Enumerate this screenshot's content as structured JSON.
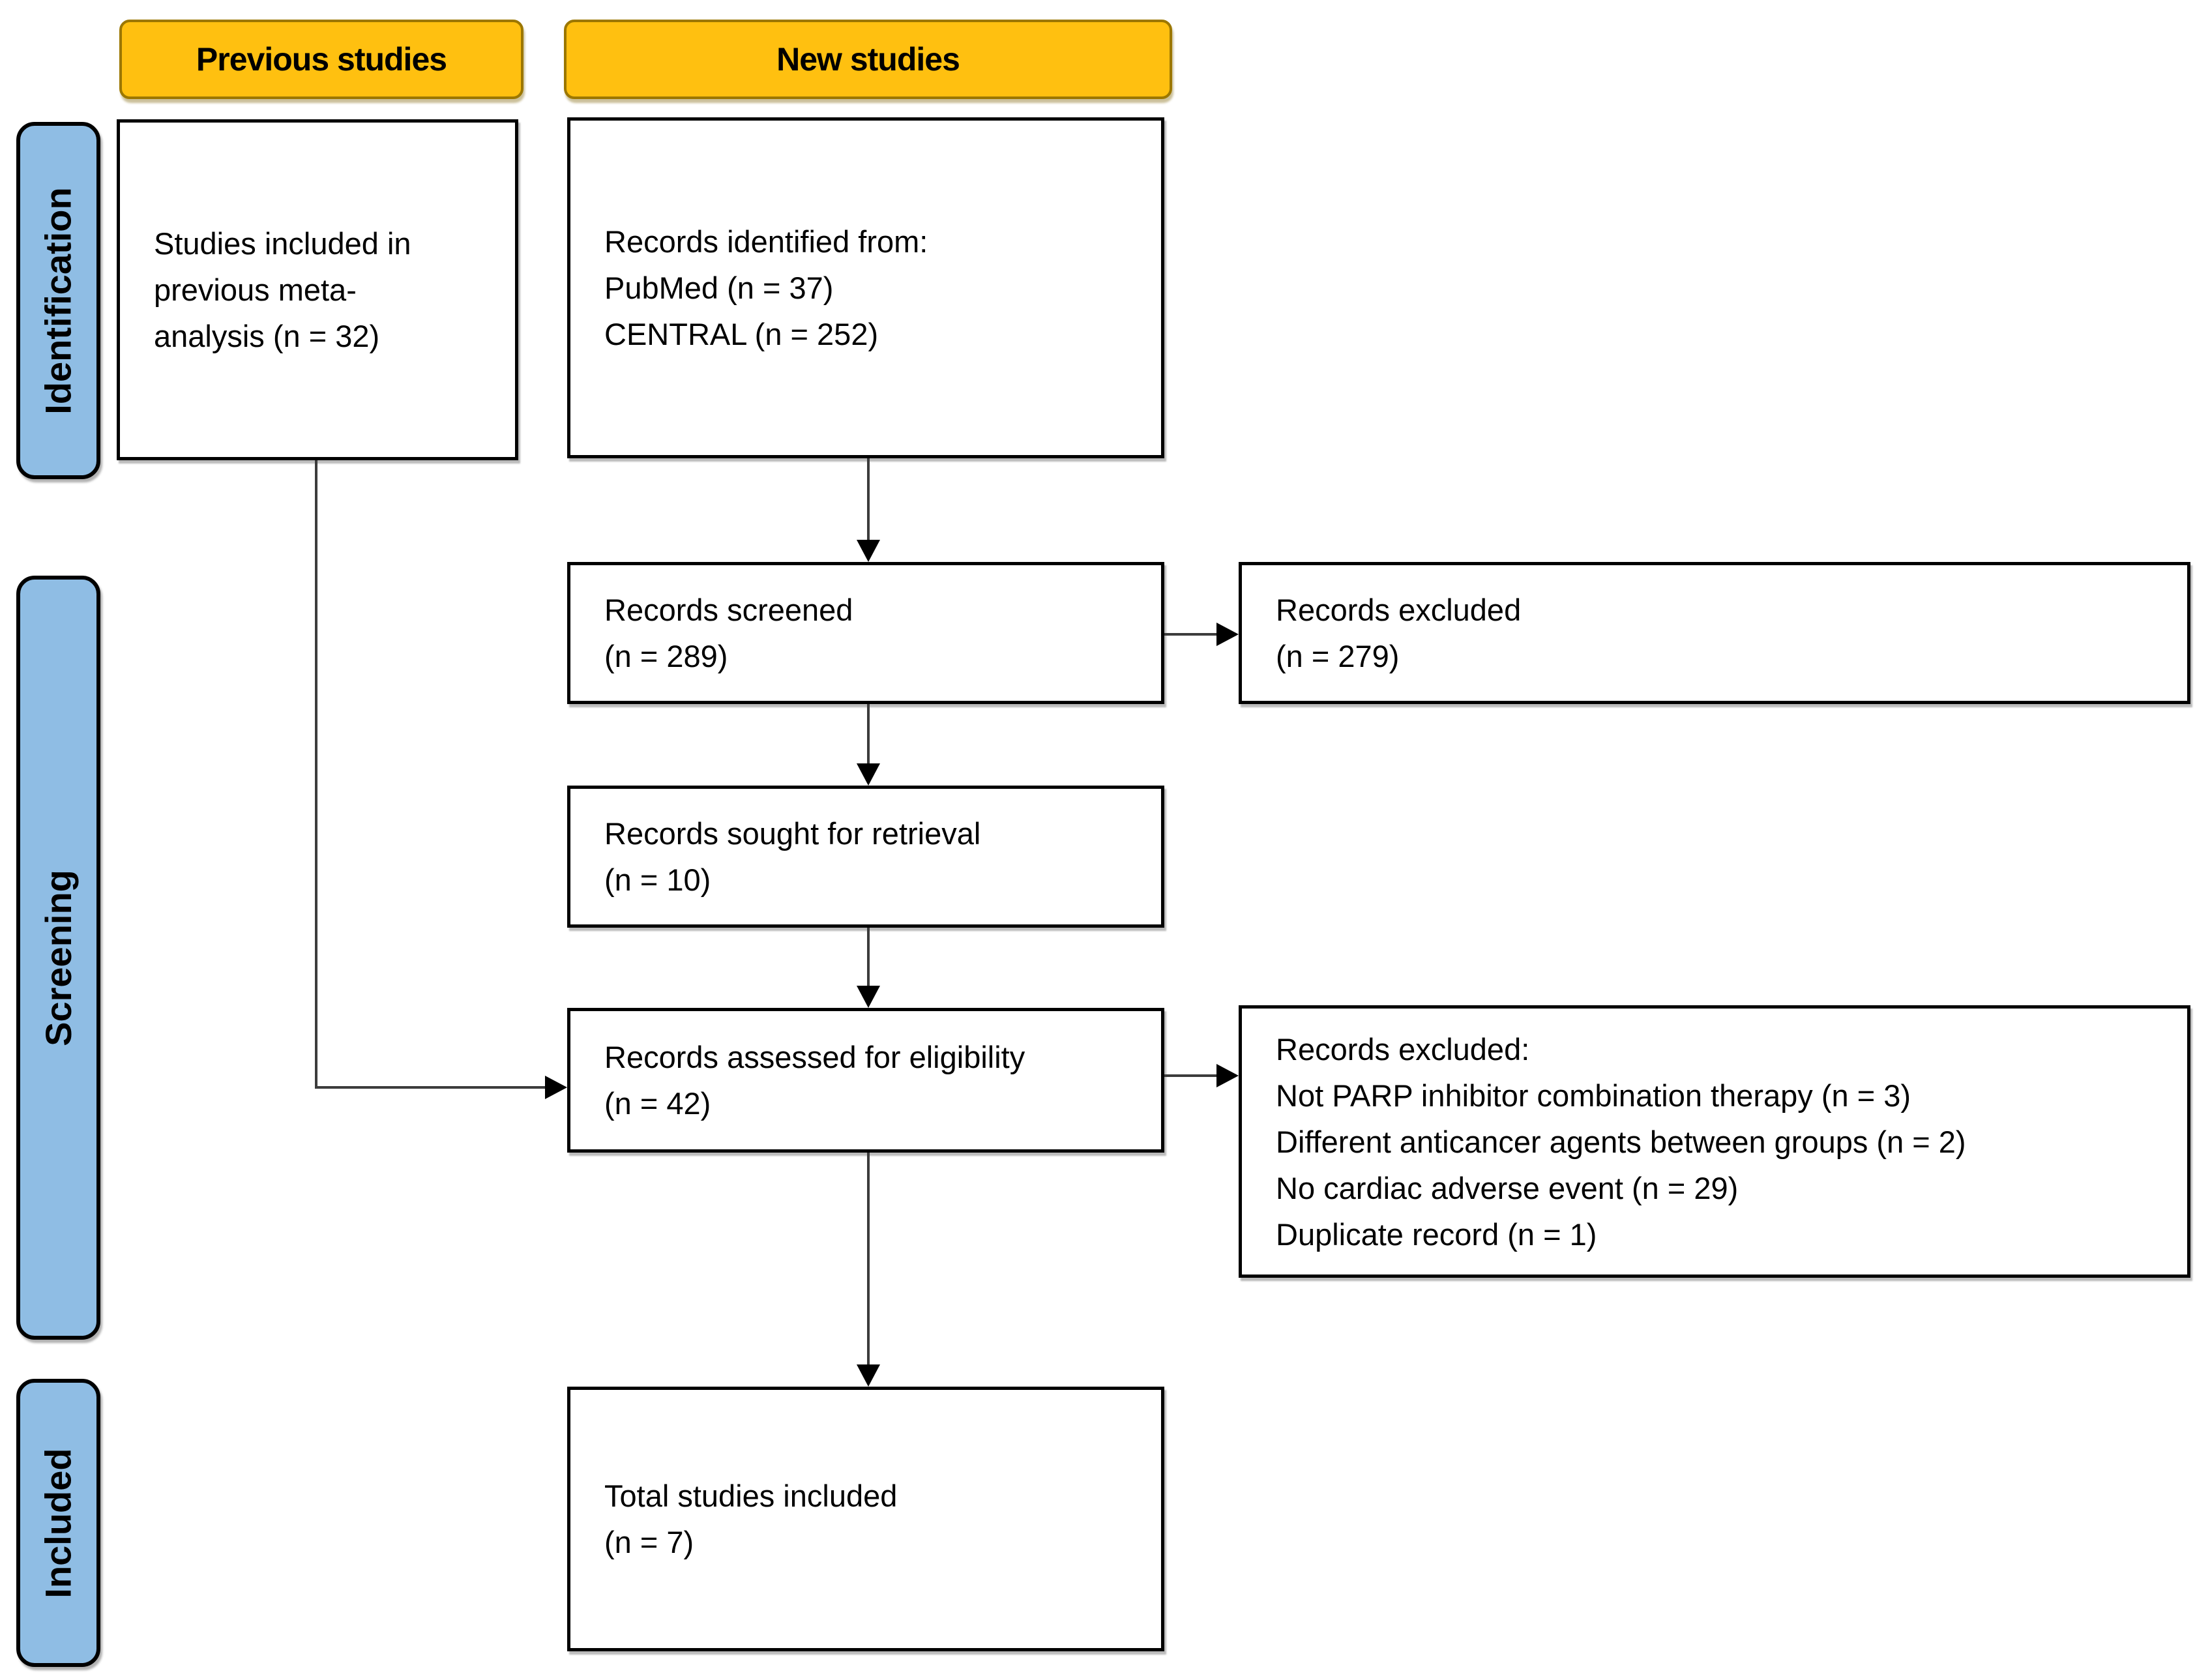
{
  "headers": {
    "previous": "Previous studies",
    "new": "New studies"
  },
  "stage_labels": {
    "identification": "Identification",
    "screening": "Screening",
    "included": "Included"
  },
  "boxes": {
    "previous_meta": {
      "lines": [
        "Studies included in",
        "previous meta-",
        "analysis (n = 32)"
      ]
    },
    "identified": {
      "lines": [
        "Records identified from:",
        "PubMed (n = 37)",
        "CENTRAL (n = 252)"
      ]
    },
    "screened": {
      "lines": [
        "Records screened",
        "(n = 289)"
      ]
    },
    "excluded_screening": {
      "lines": [
        "Records excluded",
        "(n = 279)"
      ]
    },
    "sought": {
      "lines": [
        "Records sought for retrieval",
        "(n = 10)"
      ]
    },
    "assessed": {
      "lines": [
        "Records assessed for eligibility",
        "(n = 42)"
      ]
    },
    "excluded_eligibility": {
      "lines": [
        "Records excluded:",
        "Not PARP inhibitor combination therapy (n = 3)",
        "Different anticancer agents between groups (n = 2)",
        "No cardiac adverse event (n = 29)",
        "Duplicate record (n = 1)"
      ]
    },
    "total_included": {
      "lines": [
        "Total studies included",
        "(n = 7)"
      ]
    }
  },
  "colors": {
    "header_fill": "#FFC010",
    "header_border": "#9C7700",
    "stage_fill": "#8FBDE4",
    "box_border": "#000000",
    "arrow": "#3C3C3C",
    "background": "#FFFFFF"
  }
}
